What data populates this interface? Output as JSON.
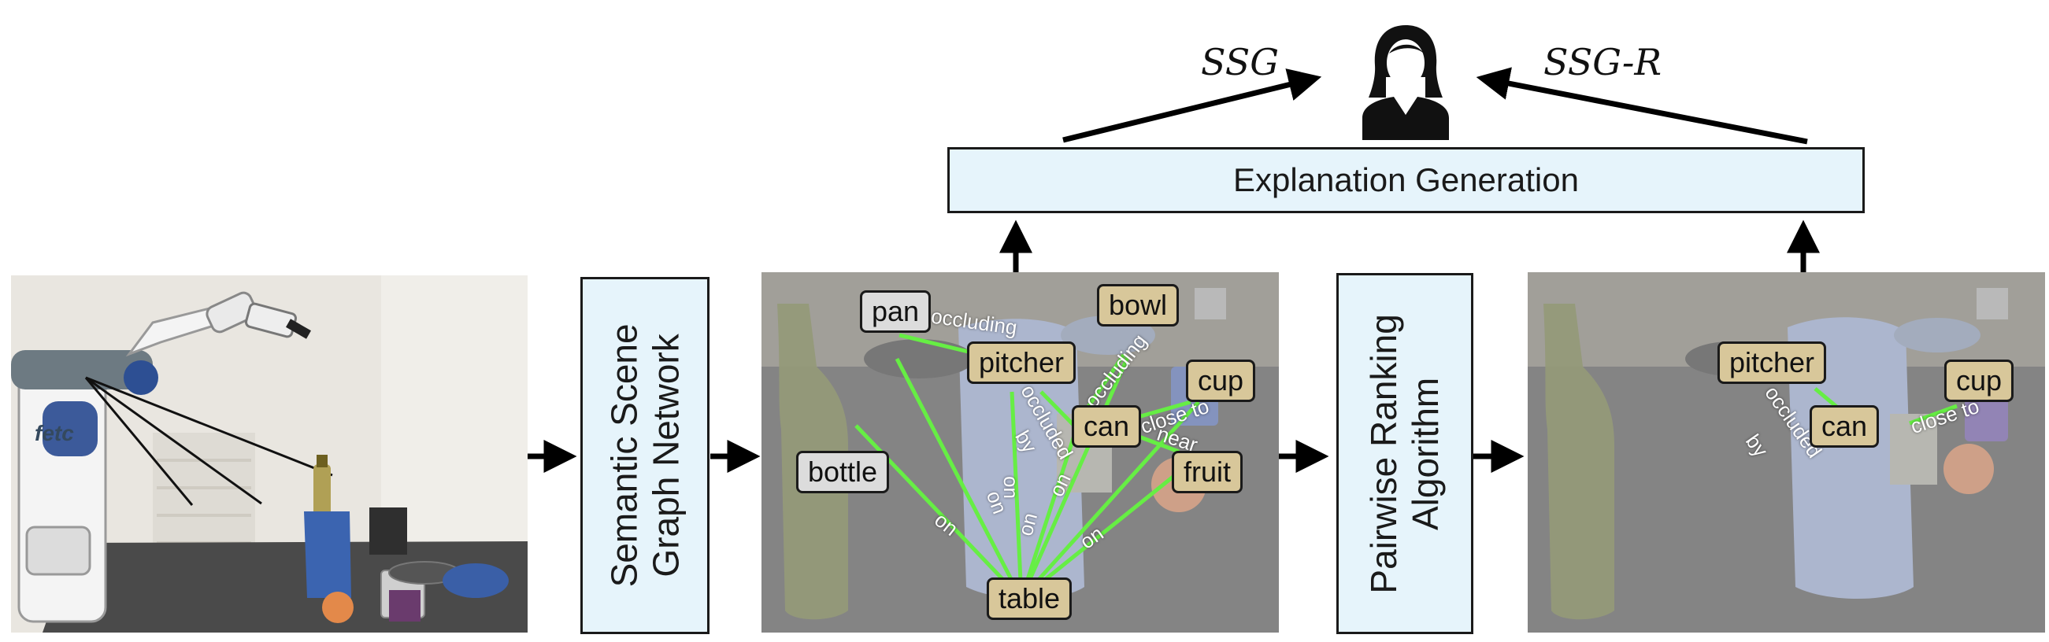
{
  "top": {
    "ssg_label": "SSG",
    "ssgr_label": "SSG-R",
    "user_icon": "person-icon"
  },
  "boxes": {
    "explanation": "Explanation Generation",
    "sgn_line1": "Semantic Scene",
    "sgn_line2": "Graph Network",
    "pra_line1": "Pairwise Ranking",
    "pra_line2": "Algorithm"
  },
  "robot_photo": {
    "brand_text": "fetc",
    "icon": "robot-arm-icon"
  },
  "full_graph": {
    "nodes": {
      "pan": "pan",
      "bowl": "bowl",
      "pitcher": "pitcher",
      "cup": "cup",
      "can": "can",
      "bottle": "bottle",
      "fruit": "fruit",
      "table": "table"
    },
    "edges": {
      "occluding_pan": "occluding",
      "occluding_bowl": "occluding",
      "close_to": "close to",
      "near": "near",
      "occluded": "occluded",
      "by": "by",
      "on_bottle": "on",
      "on_pan": "on",
      "on_pitcher": "on",
      "on_can": "on",
      "on_fruit": "on",
      "on_cup": "on"
    }
  },
  "ranked_graph": {
    "nodes": {
      "pitcher": "pitcher",
      "can": "can",
      "cup": "cup"
    },
    "edges": {
      "occluded": "occluded",
      "by": "by",
      "close_to": "close to"
    }
  },
  "colors": {
    "box_fill": "#e6f4fb",
    "edge_green": "#66ee44",
    "node_tan": "#d8c79a",
    "node_gray": "#dcdcdc"
  }
}
